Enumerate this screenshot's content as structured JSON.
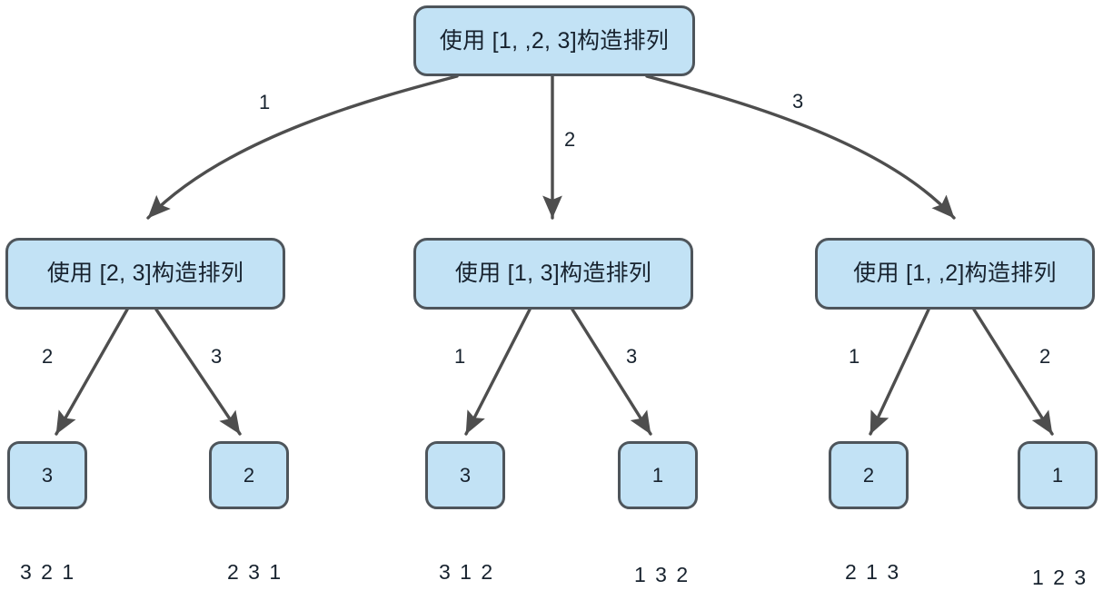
{
  "diagram": {
    "title": "Permutation construction recursion tree",
    "colors": {
      "node_fill": "#c2e2f5",
      "node_border": "#4e555b",
      "edge_stroke": "#4e4e4e",
      "text": "#17222e",
      "background": "#ffffff"
    },
    "nodes": {
      "root": {
        "label": "使用 [1, ,2, 3]构造排列"
      },
      "level1": [
        {
          "label": "使用 [2, 3]构造排列"
        },
        {
          "label": "使用 [1, 3]构造排列"
        },
        {
          "label": "使用 [1, ,2]构造排列"
        }
      ],
      "leaves": [
        {
          "label": "3"
        },
        {
          "label": "2"
        },
        {
          "label": "3"
        },
        {
          "label": "1"
        },
        {
          "label": "2"
        },
        {
          "label": "1"
        }
      ]
    },
    "edge_labels": {
      "root": [
        "1",
        "2",
        "3"
      ],
      "group_left": [
        "2",
        "3"
      ],
      "group_middle": [
        "1",
        "3"
      ],
      "group_right": [
        "1",
        "2"
      ]
    },
    "results": [
      "3 2 1",
      "2 3 1",
      "3 1 2",
      "1 3 2",
      "2 1 3",
      "1 2 3"
    ]
  }
}
